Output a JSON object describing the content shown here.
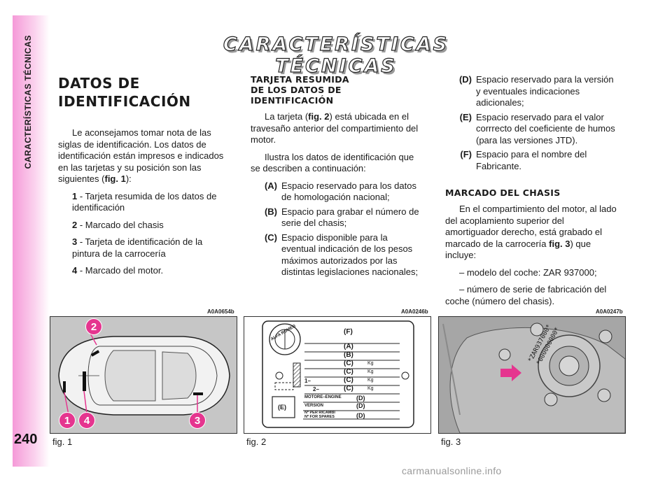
{
  "sidebar": {
    "title": "CARACTERÍSTICAS TÉCNICAS",
    "page_number": "240"
  },
  "page_title": "CARACTERÍSTICAS TÉCNICAS",
  "col1": {
    "heading_line1": "DATOS DE",
    "heading_line2": "IDENTIFICACIÓN",
    "intro_text": "Le aconsejamos tomar nota de las siglas de identificación. Los datos de identificación están impresos e indicados en las tarjetas y su posición son las siguientes (",
    "intro_ref": "fig. 1",
    "intro_end": "):",
    "items": [
      {
        "num": "1",
        "text": " - Tarjeta resumida de los datos de identificación"
      },
      {
        "num": "2",
        "text": " - Marcado del chasis"
      },
      {
        "num": "3",
        "text": " - Tarjeta de identificación de la pintura de la carrocería"
      },
      {
        "num": "4",
        "text": " - Marcado del motor."
      }
    ]
  },
  "col2": {
    "heading_line1": "TARJETA RESUMIDA",
    "heading_line2": "DE LOS DATOS DE",
    "heading_line3": "IDENTIFICACIÓN",
    "p1_start": "La tarjeta (",
    "p1_ref": "fig. 2",
    "p1_end": ") está ubicada en el travesaño anterior del compartimiento del motor.",
    "p2": "Ilustra los datos de identificación que se describen a continuación:",
    "defs": [
      {
        "key": "(A)",
        "text": "Espacio reservado para los datos de homologación nacional;"
      },
      {
        "key": "(B)",
        "text": "Espacio para grabar el número de serie del chasis;"
      },
      {
        "key": "(C)",
        "text": "Espacio disponible para la eventual indicación de los pesos máximos autorizados por las distintas legislaciones nacionales;"
      }
    ]
  },
  "col3": {
    "defs": [
      {
        "key": "(D)",
        "text": "Espacio reservado para la versión y eventuales indicaciones adicionales;"
      },
      {
        "key": "(E)",
        "text": "Espacio reservado para el valor corrrecto del coeficiente de humos (para las versiones JTD)."
      },
      {
        "key": "(F)",
        "text": "Espacio para el nombre del Fabricante."
      }
    ],
    "heading": "MARCADO DEL CHASIS",
    "p1_start": "En el compartimiento del motor, al lado del acoplamiento superior del amortiguador derecho, está grabado el marcado de la carrocería ",
    "p1_ref": "fig. 3",
    "p1_end": ") que incluye:",
    "p2": "– modelo del coche: ZAR 937000;",
    "p3": "– número de serie de fabricación del coche (número del chasis)."
  },
  "figures": {
    "fig1": {
      "code": "A0A0654b",
      "caption": "fig. 1",
      "callouts": [
        "2",
        "1",
        "4",
        "3"
      ]
    },
    "fig2": {
      "code": "A0A0246b",
      "caption": "fig. 2",
      "plate": {
        "logo_text": "ALFA ROMEO",
        "rows": [
          "(F)",
          "(A)",
          "(B)",
          "(C)",
          "(C)",
          "(C)",
          "(C)"
        ],
        "kg": "Kg",
        "row_label_1": "1–",
        "row_label_2": "2–",
        "motore": "MOTORE–ENGINE",
        "version": "VERSION",
        "ricambi1": "Nº PER RICAMBI",
        "ricambi2": "Nº FOR SPARES",
        "d": "(D)",
        "e": "(E)"
      }
    },
    "fig3": {
      "code": "A0A0247b",
      "caption": "fig. 3",
      "engraving1": "*ZAR937000*",
      "engraving2": "*000000000*"
    }
  },
  "watermark": "carmanualsonline.info"
}
